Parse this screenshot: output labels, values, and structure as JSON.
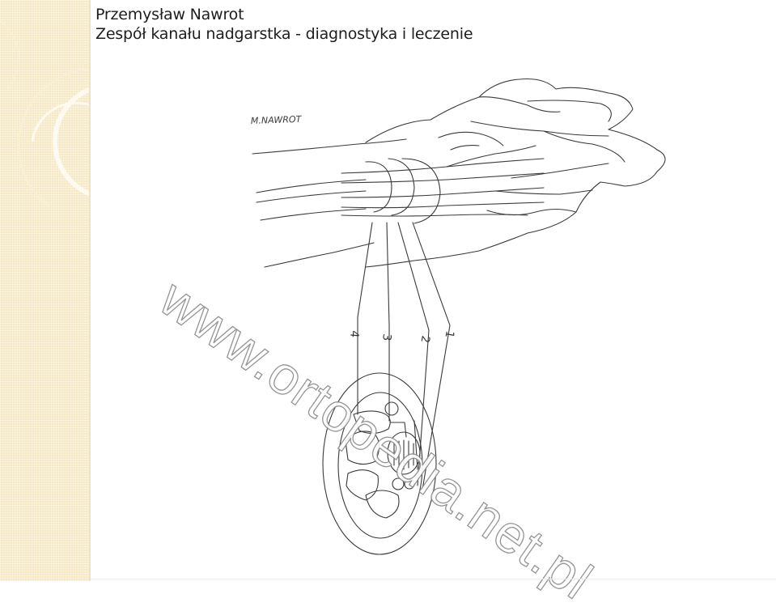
{
  "slide": {
    "author": "Przemysław Nawrot",
    "subtitle": "Zespół kanału nadgarstka - diagnostyka i leczenie"
  },
  "drawing": {
    "signature": "M.NAWROT",
    "labels": [
      "4",
      "3",
      "2",
      "1"
    ]
  },
  "watermark": "www.ortopedia.net.pl",
  "colors": {
    "sidebar": "#f6e8c4",
    "sidebar_arc": "#ffffff",
    "ink": "#3a3a3a",
    "title": "#1e1e1e"
  }
}
